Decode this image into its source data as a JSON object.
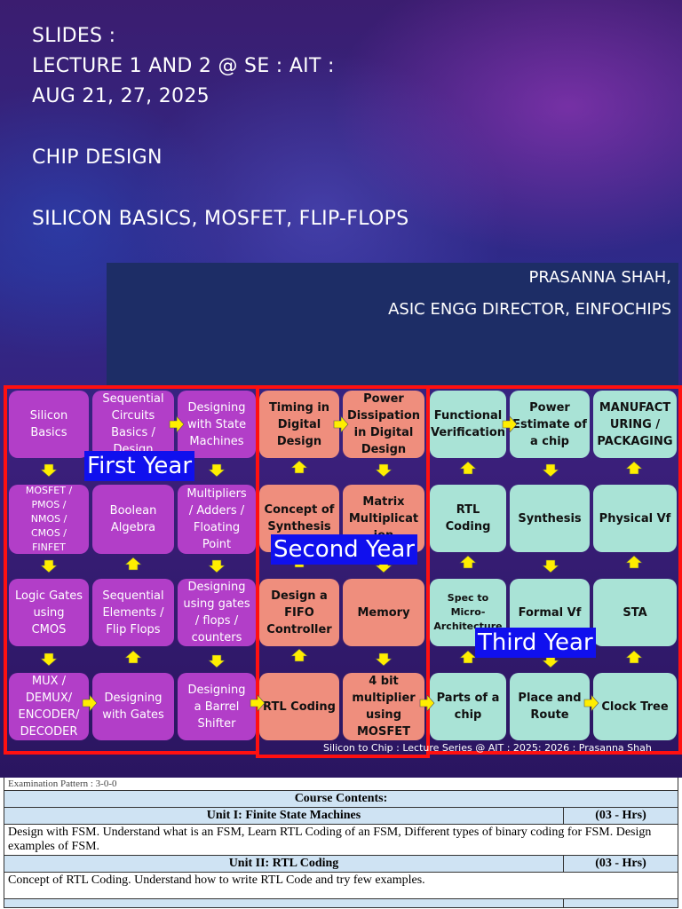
{
  "slide": {
    "title_lines": [
      "SLIDES :",
      "LECTURE 1 AND 2 @ SE : AIT :",
      "AUG 21, 27, 2025",
      "CHIP DESIGN",
      "SILICON BASICS, MOSFET, FLIP-FLOPS"
    ],
    "author_name": "PRASANNA SHAH,",
    "author_role": "ASIC ENGG DIRECTOR, EINFOCHIPS",
    "footer_note": "Silicon to Chip : Lecture Series @ AIT : 2025: 2026 : Prasanna Shah"
  },
  "roadmap": {
    "first_year": {
      "label": "First Year",
      "boxes": [
        "Silicon\nBasics",
        "Sequential\nCircuits\nBasics /\nDesign",
        "Designing\nwith State\nMachines",
        "MOSFET /\nPMOS /\nNMOS /\nCMOS /\nFINFET",
        "Boolean\nAlgebra",
        "Multipliers\n/ Adders /\nFloating\nPoint",
        "Logic Gates\nusing\nCMOS",
        "Sequential\nElements /\nFlip Flops",
        "Designing\nusing gates\n/ flops /\ncounters",
        "MUX /\nDEMUX/\nENCODER/\nDECODER",
        "Designing\nwith Gates",
        "Designing\na Barrel\nShifter"
      ]
    },
    "second_year": {
      "label": "Second Year",
      "boxes": [
        "Timing in\nDigital\nDesign",
        "Power\nDissipation\nin Digital\nDesign",
        "Concept of\nSynthesis",
        "Matrix\nMultiplicat\nion",
        "Design a\nFIFO\nController",
        "Memory",
        "RTL Coding",
        "4 bit\nmultiplier\nusing\nMOSFET"
      ]
    },
    "third_year": {
      "label": "Third Year",
      "boxes": [
        "Functional\nVerification",
        "Power\nEstimate of\na chip",
        "MANUFACT\nURING /\nPACKAGING",
        "RTL Coding",
        "Synthesis",
        "Physical Vf",
        "Spec to\nMicro-\nArchitecture",
        "Formal Vf",
        "STA",
        "Parts of a\nchip",
        "Place and\nRoute",
        "Clock Tree"
      ]
    },
    "colors": {
      "first": "#b23ec8",
      "second": "#ef8e7d",
      "third": "#a9e3d6",
      "frame": "#ff1010",
      "arrow": "#ffee00",
      "label_bg": "#1010ee"
    }
  },
  "course": {
    "cut_text": "Examination Pattern : 3-0-0",
    "header": "Course Contents:",
    "units": [
      {
        "title": "Unit I: Finite State Machines",
        "hours": "(03 - Hrs)",
        "text": "Design with FSM. Understand what is an FSM, Learn RTL Coding of an FSM, Different types of binary coding for FSM. Design examples of FSM."
      },
      {
        "title": "Unit II: RTL Coding",
        "hours": "(03 - Hrs)",
        "text": "Concept of RTL Coding. Understand  how to write RTL Code and try few examples."
      }
    ]
  }
}
